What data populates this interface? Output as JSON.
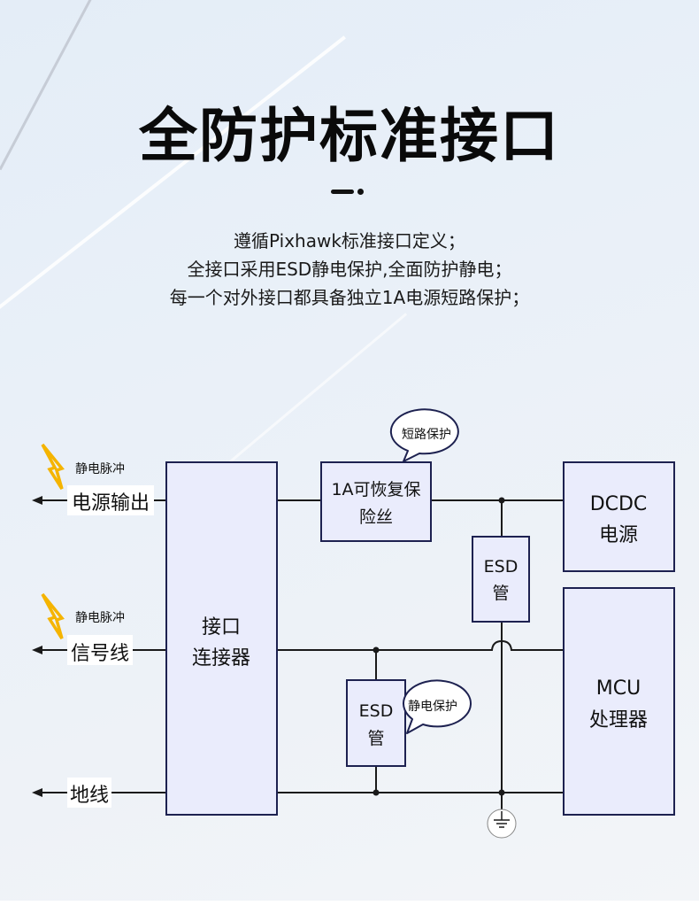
{
  "header": {
    "title": "全防护标准接口",
    "description": [
      "遵循Pixhawk标准接口定义；",
      "全接口采用ESD静电保护,全面防护静电；",
      "每一个对外接口都具备独立1A电源短路保护；"
    ]
  },
  "diagram": {
    "ports": [
      {
        "label": "电源输出",
        "pulse_label": "静电脉冲",
        "arrow": "left"
      },
      {
        "label": "信号线",
        "pulse_label": "静电脉冲",
        "arrow": "left"
      },
      {
        "label": "地线",
        "arrow": "left"
      }
    ],
    "blocks": {
      "connector": [
        "接口",
        "连接器"
      ],
      "fuse": [
        "1A可恢复保",
        "险丝"
      ],
      "esd_top": [
        "ESD",
        "管"
      ],
      "esd_bottom": [
        "ESD",
        "管"
      ],
      "dcdc": [
        "DCDC",
        "电源"
      ],
      "mcu": [
        "MCU",
        "处理器"
      ]
    },
    "callouts": {
      "short_circuit": "短路保护",
      "esd": "静电保护"
    },
    "icons": {
      "lightning": "lightning-bolt-icon",
      "ground": "ground-symbol-icon",
      "arrow": "arrow-left-icon"
    },
    "colors": {
      "box_fill": "#eaecfc",
      "box_stroke": "#1d2150",
      "lightning": "#f5b400",
      "wire": "#1a1a1a"
    }
  }
}
